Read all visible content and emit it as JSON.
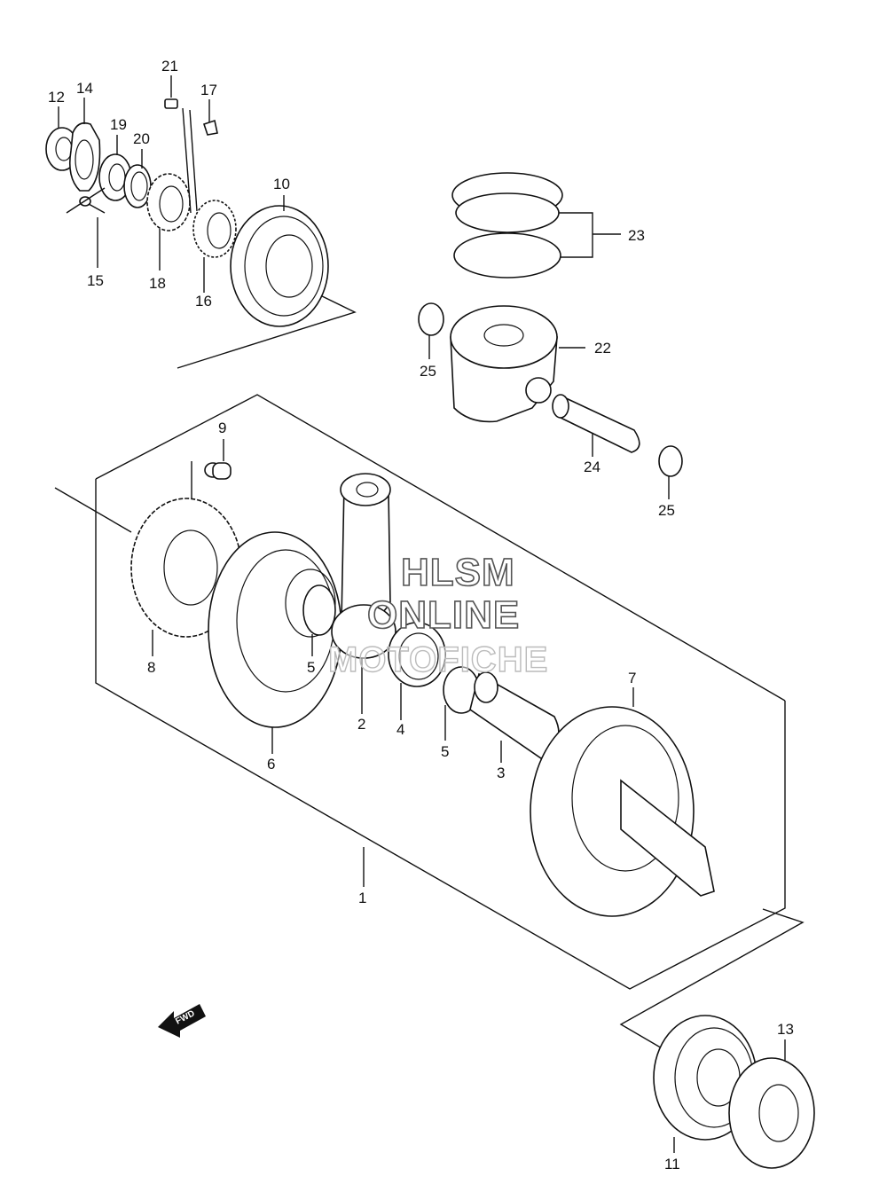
{
  "watermark": {
    "line1": "HLSM",
    "line2": "ONLINE",
    "line3": "MOTOFICHE"
  },
  "fwd_label": "FWD",
  "labels": {
    "n1": "1",
    "n2": "2",
    "n3": "3",
    "n4": "4",
    "n5a": "5",
    "n5b": "5",
    "n6": "6",
    "n7": "7",
    "n8": "8",
    "n9": "9",
    "n10": "10",
    "n11": "11",
    "n12": "12",
    "n13": "13",
    "n14": "14",
    "n15": "15",
    "n16": "16",
    "n17": "17",
    "n18": "18",
    "n19": "19",
    "n20": "20",
    "n21": "21",
    "n22": "22",
    "n23": "23",
    "n24": "24",
    "n25a": "25",
    "n25b": "25"
  }
}
